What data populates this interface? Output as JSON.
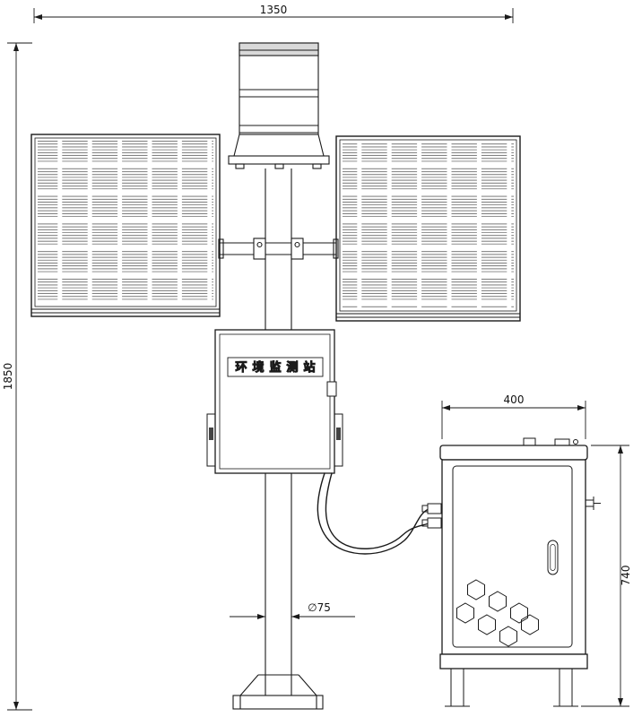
{
  "drawing": {
    "station_label": "环境监测站",
    "dimensions": {
      "overall_width": "1350",
      "overall_height": "1850",
      "cabinet_width": "400",
      "cabinet_height": "740",
      "pole_diameter": "∅75"
    },
    "colors": {
      "line": "#1a1a1a",
      "hatch": "#4a4a4a",
      "background": "#ffffff"
    }
  }
}
